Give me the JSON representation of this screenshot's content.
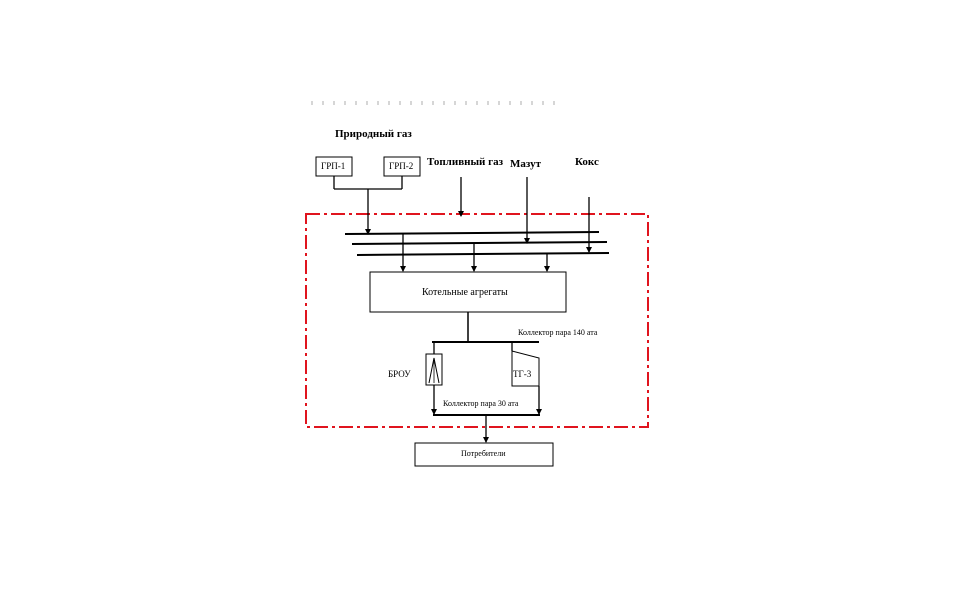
{
  "labels": {
    "natural_gas": "Природный газ",
    "grp1": "ГРП-1",
    "grp2": "ГРП-2",
    "fuel_gas": "Топливный газ",
    "fuel_oil": "Мазут",
    "coke": "Кокс",
    "boilers": "Котельные агрегаты",
    "collector_140": "Коллектор пара 140 ата",
    "brou": "БРОУ",
    "tg3": "ТГ-3",
    "collector_30": "Коллектор пара 30 ата",
    "consumers": "Потребители"
  },
  "colors": {
    "line": "#000000",
    "boundary": "#e0141e",
    "background": "#ffffff"
  }
}
